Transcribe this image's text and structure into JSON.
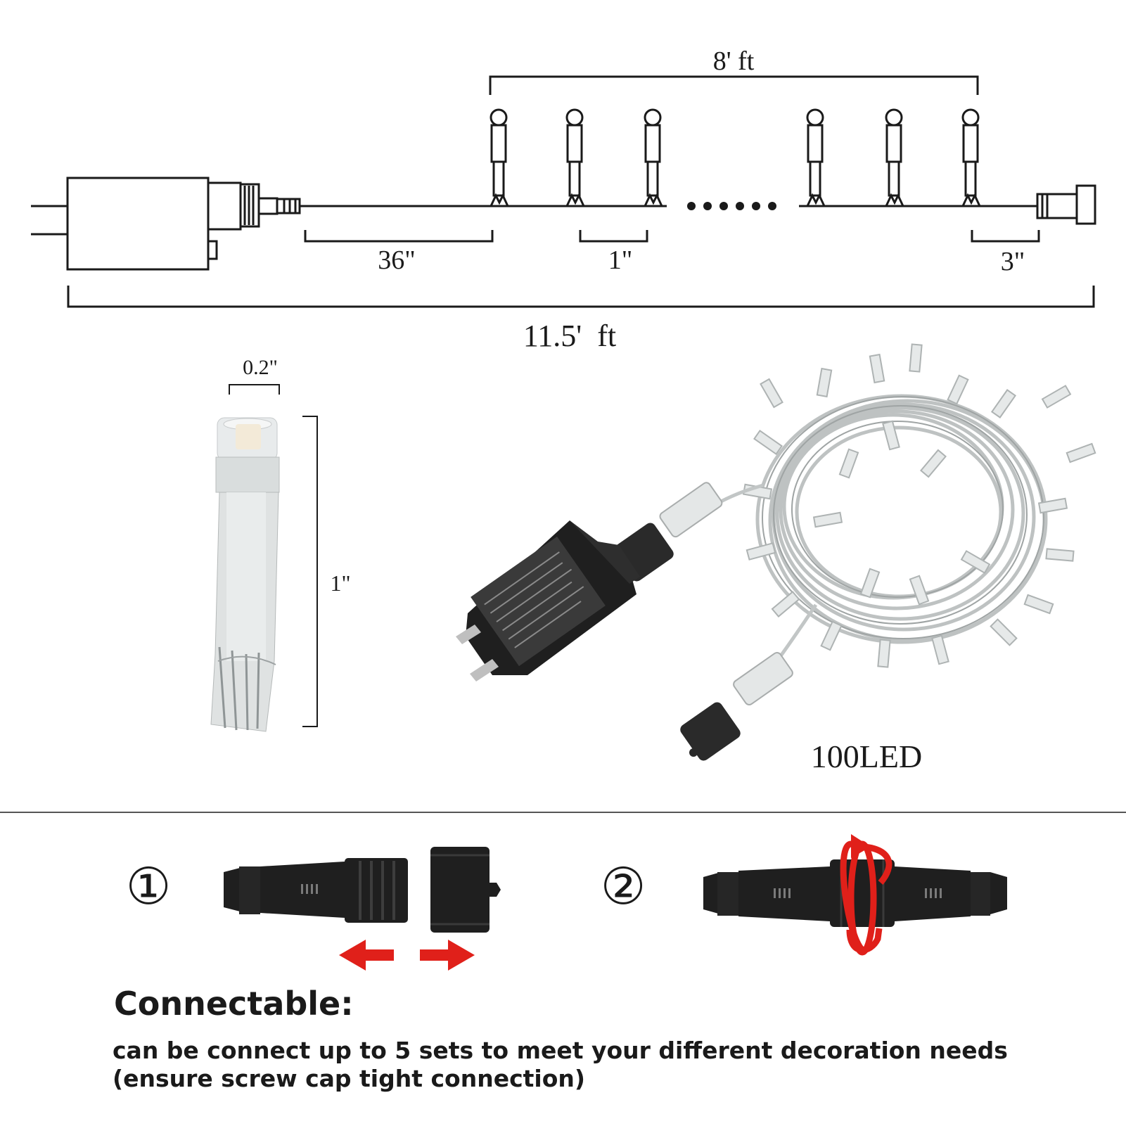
{
  "dimensions": {
    "total_length": "11.5'  ft",
    "lit_length": "8' ft",
    "lead_wire": "36\"",
    "bulb_spacing": "1\"",
    "end_lead": "3\"",
    "bulb_width": "0.2\"",
    "bulb_height": "1\""
  },
  "product": {
    "led_count": "100LED"
  },
  "steps": {
    "step1": "①",
    "step2": "②"
  },
  "connectable": {
    "title": "Connectable:",
    "line1": "can be connect up to 5 sets to meet your different decoration needs",
    "line2": "(ensure screw cap tight connection)"
  },
  "colors": {
    "line": "#1a1a1a",
    "arrow": "#e0201a",
    "connector": "#1f1f1f",
    "wire": "#b8bcbc"
  }
}
